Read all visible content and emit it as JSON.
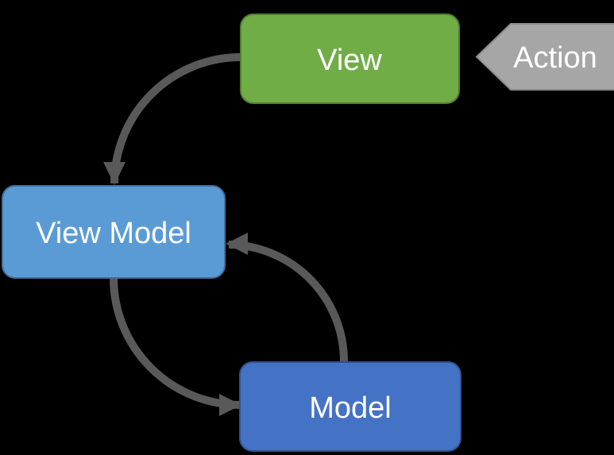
{
  "diagram": {
    "background_color": "#000000",
    "arrow_color": "#595959",
    "label_color": "#ffffff",
    "nodes": {
      "view": {
        "label": "View",
        "fill": "#70AD47",
        "stroke": "#507E32",
        "shape": "rounded-rectangle"
      },
      "view_model": {
        "label": "View Model",
        "fill": "#5B9BD5",
        "stroke": "#41719C",
        "shape": "rounded-rectangle"
      },
      "model": {
        "label": "Model",
        "fill": "#4472C4",
        "stroke": "#2F528F",
        "shape": "rounded-rectangle"
      },
      "action": {
        "label": "Action",
        "fill": "#A6A6A6",
        "stroke": "#8C8C8C",
        "shape": "left-pointing-pentagon"
      }
    },
    "edges": [
      {
        "from": "view",
        "to": "view_model",
        "style": "curved-arrow"
      },
      {
        "from": "view_model",
        "to": "model",
        "style": "curved-arrow"
      },
      {
        "from": "model",
        "to": "view_model",
        "style": "curved-arrow"
      },
      {
        "from": "action",
        "to": "view",
        "style": "pentagon-pointer"
      }
    ]
  }
}
